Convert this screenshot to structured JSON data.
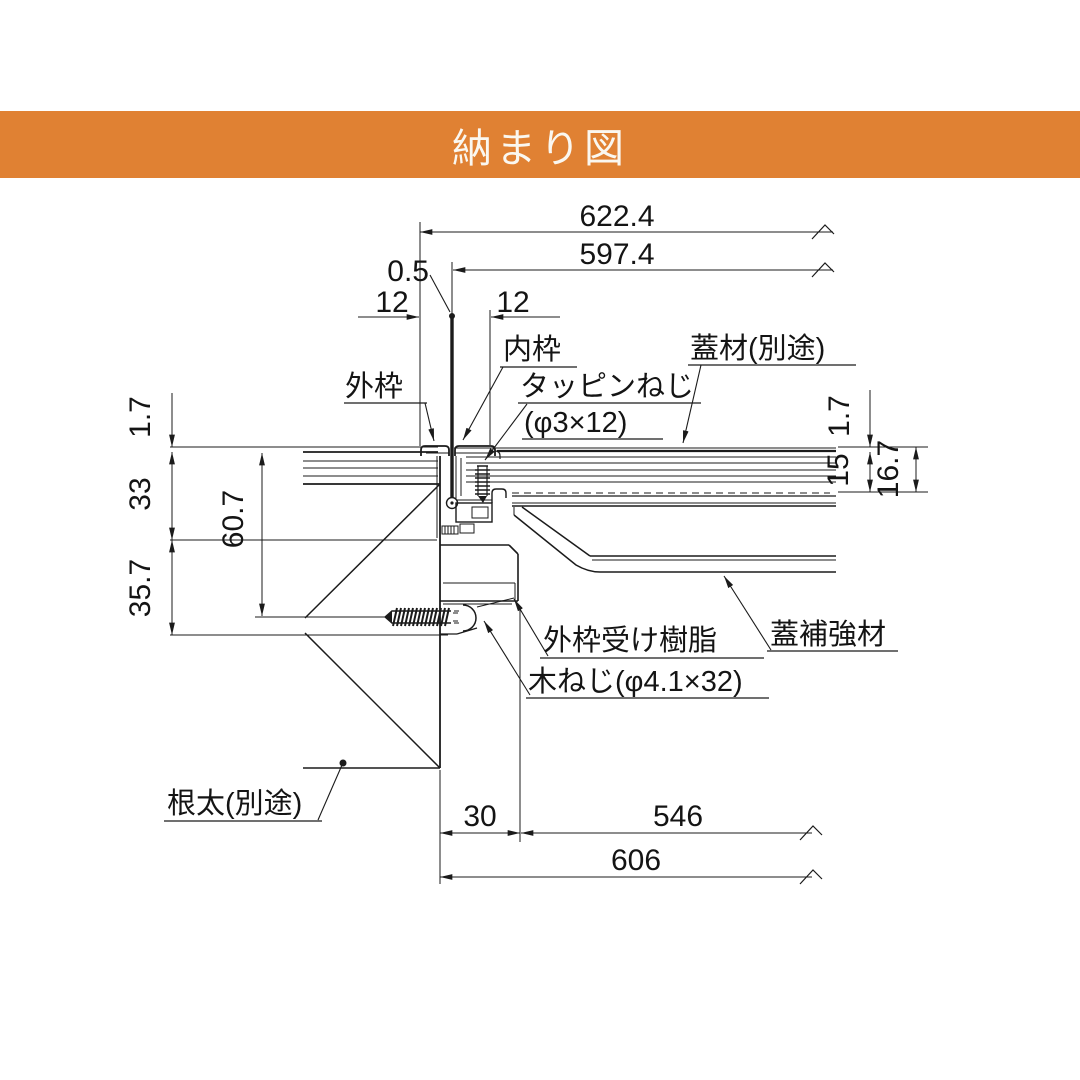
{
  "banner": {
    "title": "納まり図",
    "bg_color": "#E08133",
    "text_color": "#FAF7F0"
  },
  "drawing": {
    "line_color": "#1b1b1b",
    "dims": {
      "top_width": "622.4",
      "inner_width": "597.4",
      "gap": "0.5",
      "left_offset": "12",
      "right_offset": "12",
      "sheet_thickness_left": "1.7",
      "frame_depth": "33",
      "frame_total_depth": "60.7",
      "below_depth": "35.7",
      "sheet_thickness_right": "1.7",
      "panel_core": "15",
      "panel_total": "16.7",
      "leg_width": "30",
      "opening_right": "546",
      "opening_total": "606"
    },
    "labels": {
      "inner_frame": "内枠",
      "outer_frame": "外枠",
      "tapping_screw": "タッピンねじ",
      "tapping_screw_size": "(φ3×12)",
      "lid_material": "蓋材(別途)",
      "frame_support_resin": "外枠受け樹脂",
      "wood_screw": "木ねじ(φ4.1×32)",
      "lid_reinforcement": "蓋補強材",
      "joist": "根太(別途)"
    }
  }
}
